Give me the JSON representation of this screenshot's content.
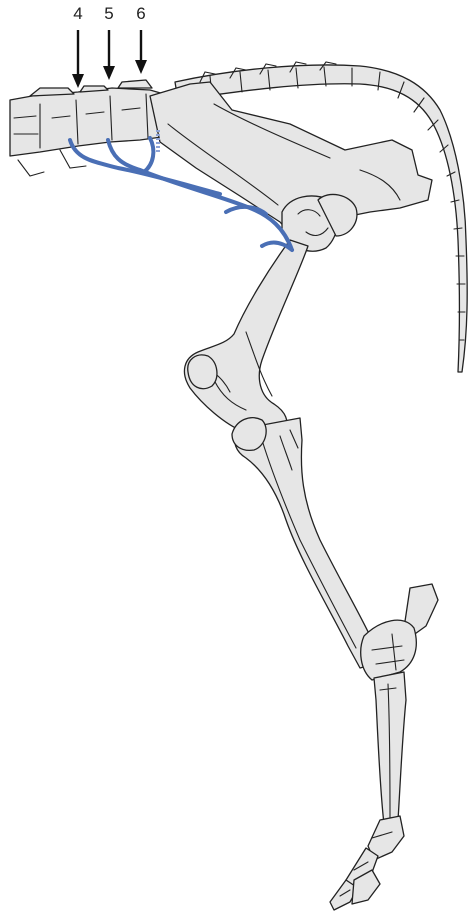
{
  "labels": [
    "4",
    "5",
    "6"
  ],
  "colors": {
    "bone": "#e6e6e6",
    "outline": "#222222",
    "nerve": "#4a6fb5"
  }
}
